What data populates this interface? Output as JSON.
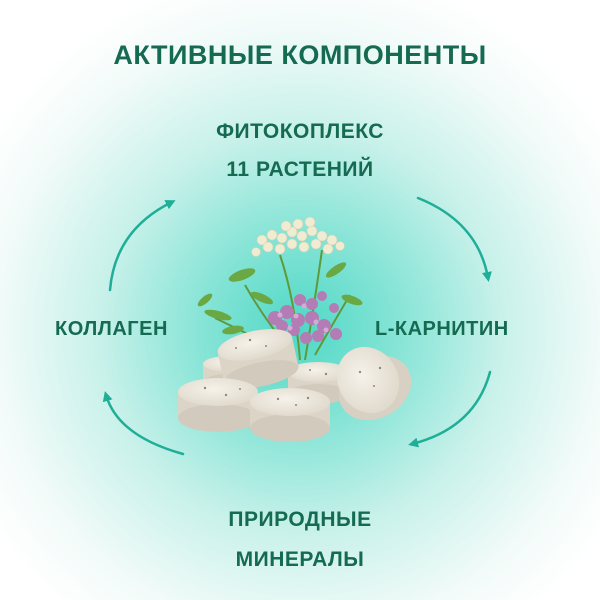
{
  "title": "АКТИВНЫЕ КОМПОНЕНТЫ",
  "components": {
    "top": [
      "ФИТОКОПЛЕКС",
      "11 РАСТЕНИЙ"
    ],
    "left": "КОЛЛАГЕН",
    "right": "L-КАРНИТИН",
    "bottom": [
      "ПРИРОДНЫЕ",
      "МИНЕРАЛЫ"
    ]
  },
  "colors": {
    "text": "#156a52",
    "arrow": "#1fae97",
    "glow": "#4fd8c6"
  },
  "icons": [
    "cycle-arrow",
    "herbs",
    "tablets"
  ]
}
